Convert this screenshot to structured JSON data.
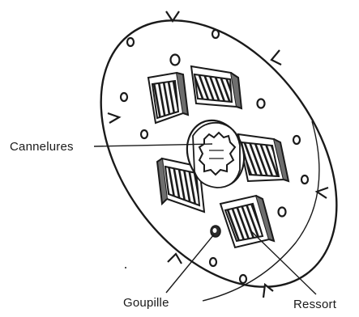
{
  "labels": {
    "cannelures": "Cannelures",
    "goupille": "Goupille",
    "ressort": "Ressort"
  },
  "colors": {
    "ink": "#1a1a1a",
    "paper": "#ffffff",
    "shade": "#6e6e6e",
    "dark": "#2b2b2b"
  },
  "subject": {
    "part": "clutch-disc",
    "spring_count": 5
  }
}
